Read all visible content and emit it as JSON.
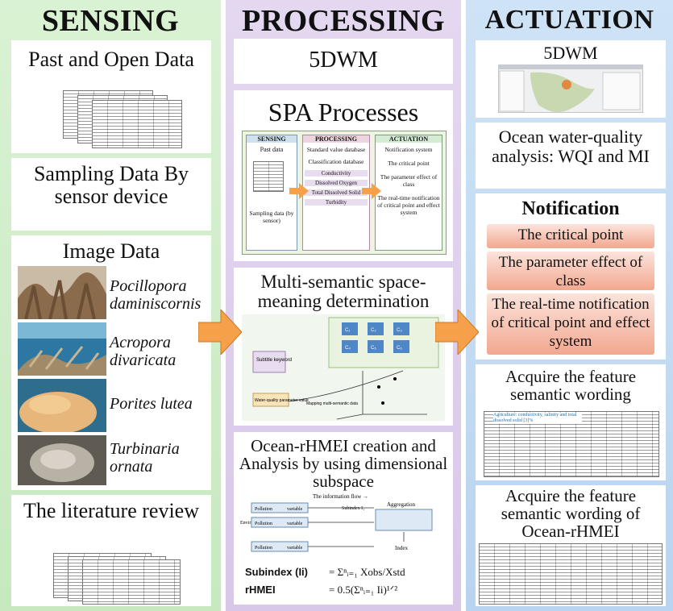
{
  "sensing": {
    "title": "SENSING",
    "past_data": "Past and Open Data",
    "sampling": "Sampling Data By sensor device",
    "image_data": "Image Data",
    "species": [
      "Pocillopora daminiscornis",
      "Acropora divaricata",
      "Porites lutea",
      "Turbinaria ornata"
    ],
    "literature": "The literature review"
  },
  "processing": {
    "title": "PROCESSING",
    "dwm": "5DWM",
    "spa": "SPA Processes",
    "spa_diagram": {
      "col1_title": "SENSING",
      "col1_past": "Past data",
      "col1_sampling": "Sampling data (by sensor)",
      "col2_title": "PROCESSING",
      "col2_items": [
        "Standard value database",
        "Classification database",
        "Conductivity",
        "Dissolved Oxygen",
        "Total Dissolved Solid",
        "Turbidity"
      ],
      "col3_title": "ACTUATION",
      "col3_items": [
        "Notification system",
        "The critical point",
        "The parameter effect of class",
        "The real-time notification of critical point and effect system"
      ]
    },
    "multi_semantic": "Multi-semantic space-meaning determination",
    "ms_diagram": {
      "subtitle": "Subtitle keyword",
      "water_value": "Water-quality parameter value",
      "mapping": "Mapping multi-semantic data",
      "clusters": [
        "C₁",
        "C₂",
        "C₃",
        "C₄",
        "C₅",
        "C₆"
      ]
    },
    "rhmei": "Ocean-rHMEI creation and Analysis by using dimensional subspace",
    "rhmei_diagram": {
      "flow": "The information flow →",
      "side": "Environmental measurements",
      "pollution": "Pollution",
      "variable": "variable",
      "aggregation": "Aggregation",
      "index": "Index",
      "subindex_lbl": "Subindex I₁"
    },
    "formula1_label": "Subindex (Ii)",
    "formula1": "= Σⁿᵢ₌₁ Xobs/Xstd",
    "formula2_label": "rHMEI",
    "formula2": "= 0.5(Σⁿᵢ₌₁ Ii)¹ᐟ²"
  },
  "actuation": {
    "title": "ACTUATION",
    "dwm": "5DWM",
    "ocean": "Ocean water-quality analysis: WQI and MI",
    "notification_title": "Notification",
    "notifications": [
      "The critical point",
      "The parameter effect of class",
      "The real-time notification of critical point and effect system"
    ],
    "acquire1": "Acquire the feature semantic wording",
    "acquire1_caption": "Agriculture: conductivity, salinity and total dissolved solid [3]%",
    "acquire2": "Acquire the feature semantic wording of Ocean-rHMEI"
  },
  "colors": {
    "sensing_bg": "#d9f2d3",
    "processing_bg": "#e4d8f0",
    "actuation_bg": "#cfe3f6",
    "arrow": "#f6a04a",
    "notif": "#f3a78f"
  }
}
